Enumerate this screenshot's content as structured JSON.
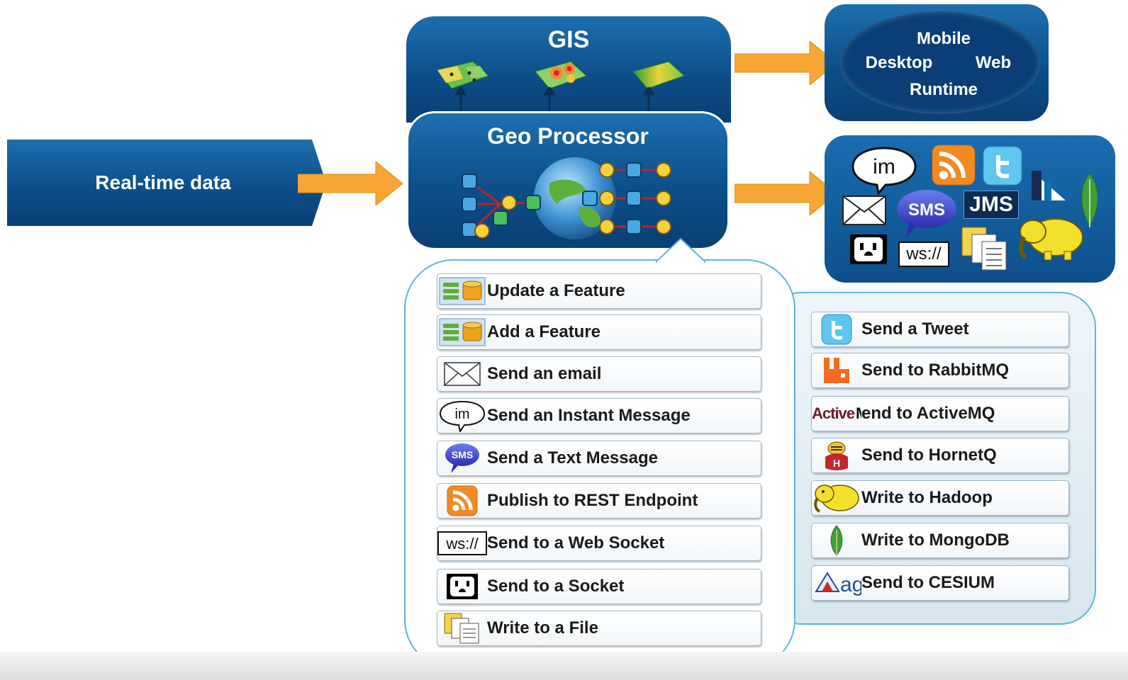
{
  "source": {
    "label": "Real-time data"
  },
  "gis": {
    "title": "GIS"
  },
  "geo_processor": {
    "title": "Geo Processor"
  },
  "clients": {
    "mobile": "Mobile",
    "desktop": "Desktop",
    "web": "Web",
    "runtime": "Runtime"
  },
  "connector_badges": {
    "im": "im",
    "sms": "SMS",
    "jms": "JMS",
    "ws": "ws://"
  },
  "left_actions": [
    {
      "label": "Update a Feature",
      "icon": "feature-db-icon"
    },
    {
      "label": "Add a Feature",
      "icon": "feature-db-icon"
    },
    {
      "label": "Send an email",
      "icon": "envelope-icon"
    },
    {
      "label": "Send an Instant Message",
      "icon": "im-bubble-icon",
      "icon_text": "im"
    },
    {
      "label": "Send a Text Message",
      "icon": "sms-bubble-icon",
      "icon_text": "SMS"
    },
    {
      "label": "Publish to REST Endpoint",
      "icon": "rss-icon"
    },
    {
      "label": "Send to a Web Socket",
      "icon": "websocket-icon",
      "icon_text": "ws://"
    },
    {
      "label": "Send to a Socket",
      "icon": "socket-outlet-icon"
    },
    {
      "label": "Write to a File",
      "icon": "files-icon"
    }
  ],
  "right_actions": [
    {
      "label": "Send a Tweet",
      "icon": "twitter-icon"
    },
    {
      "label": "Send to RabbitMQ",
      "icon": "rabbitmq-icon"
    },
    {
      "label": "end to ActiveMQ",
      "icon": "activemq-logo-icon",
      "icon_text": "ActiveMQ"
    },
    {
      "label": "Send to HornetQ",
      "icon": "hornetq-icon",
      "icon_text": "H"
    },
    {
      "label": "Write to Hadoop",
      "icon": "hadoop-elephant-icon"
    },
    {
      "label": "Write to MongoDB",
      "icon": "mongodb-leaf-icon"
    },
    {
      "label": "Send to CESIUM",
      "icon": "agi-logo-icon",
      "icon_text": "agi"
    }
  ],
  "colors": {
    "box_blue": "#0d4f8b",
    "arrow_orange": "#f7a534",
    "panel_border": "#5bb7dc"
  }
}
